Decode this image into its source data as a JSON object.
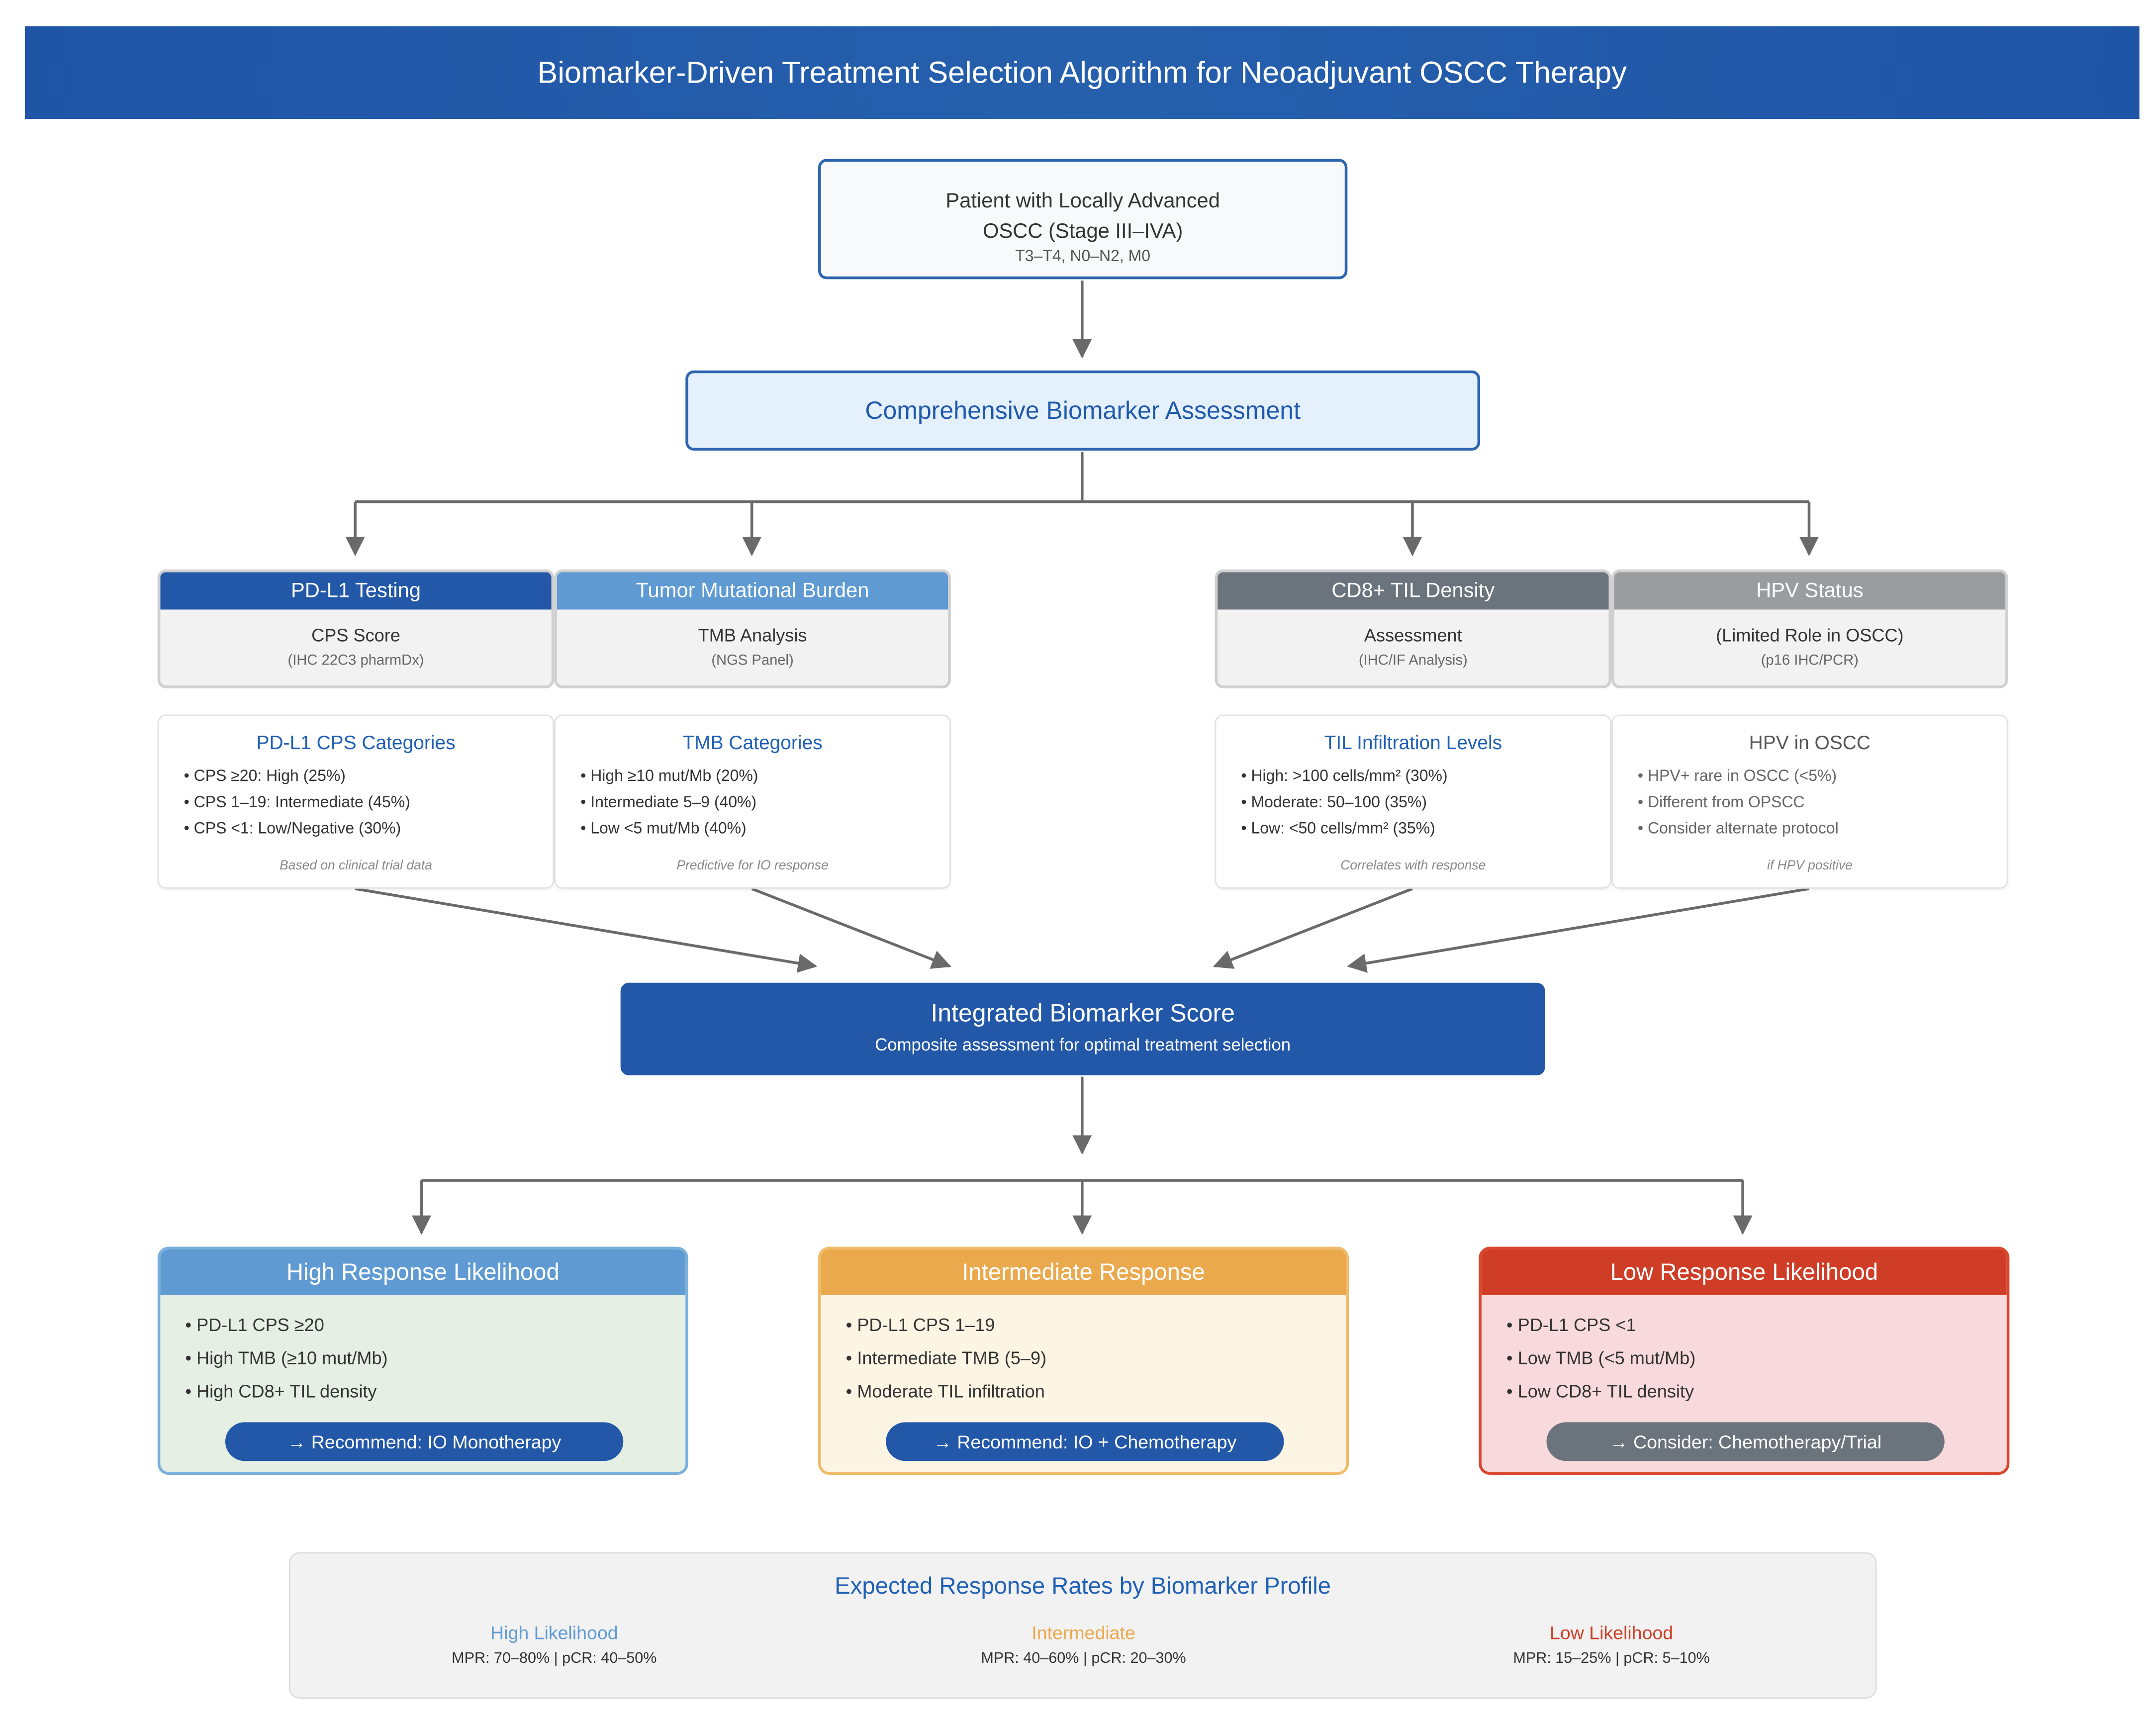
{
  "title": "Biomarker-Driven Treatment Selection Algorithm for Neoadjuvant OSCC Therapy",
  "patient": {
    "line1": "Patient with Locally Advanced",
    "line2": "OSCC (Stage III–IVA)",
    "line3": "T3–T4, N0–N2, M0"
  },
  "assessment": "Comprehensive Biomarker Assessment",
  "tests": [
    {
      "header": "PD-L1 Testing",
      "color": "#2358a8",
      "line1": "CPS Score",
      "line2": "(IHC 22C3 pharmDx)"
    },
    {
      "header": "Tumor Mutational Burden",
      "color": "#5f9ad3",
      "line1": "TMB Analysis",
      "line2": "(NGS Panel)"
    },
    {
      "header": "CD8+ TIL Density",
      "color": "#6b737c",
      "line1": "Assessment",
      "line2": "(IHC/IF Analysis)"
    },
    {
      "header": "HPV Status",
      "color": "#9a9ca0",
      "line1": "(Limited Role in OSCC)",
      "line2": "(p16 IHC/PCR)"
    }
  ],
  "categories": [
    {
      "title": "PD-L1 CPS Categories",
      "items": [
        "CPS ≥20: High (25%)",
        "CPS 1–19: Intermediate (45%)",
        "CPS <1: Low/Negative (30%)"
      ],
      "footer": "Based on clinical trial data"
    },
    {
      "title": "TMB Categories",
      "items": [
        "High ≥10 mut/Mb (20%)",
        "Intermediate 5–9 (40%)",
        "Low <5 mut/Mb (40%)"
      ],
      "footer": "Predictive for IO response"
    },
    {
      "title": "TIL Infiltration Levels",
      "items": [
        "High: >100 cells/mm² (30%)",
        "Moderate: 50–100 (35%)",
        "Low: <50 cells/mm² (35%)"
      ],
      "footer": "Correlates with response"
    },
    {
      "title": "HPV in OSCC",
      "items": [
        "HPV+ rare in OSCC (<5%)",
        "Different from OPSCC",
        "Consider alternate protocol"
      ],
      "footer": "if HPV positive"
    }
  ],
  "score": {
    "title": "Integrated Biomarker Score",
    "subtitle": "Composite assessment for optimal treatment selection"
  },
  "responses": [
    {
      "header": "High Response Likelihood",
      "items": [
        "PD-L1 CPS ≥20",
        "High TMB (≥10 mut/Mb)",
        "High CD8+ TIL density"
      ],
      "recommendation": "→ Recommend: IO Monotherapy",
      "header_color": "#5f9ad3",
      "border_color": "#7aaedd",
      "bg_color": "#e6efe4",
      "rec_color": "#2358a8"
    },
    {
      "header": "Intermediate Response",
      "items": [
        "PD-L1 CPS 1–19",
        "Intermediate TMB (5–9)",
        "Moderate TIL infiltration"
      ],
      "recommendation": "→ Recommend: IO + Chemotherapy",
      "header_color": "#eba94d",
      "border_color": "#f0bb6a",
      "bg_color": "#fdf5e4",
      "rec_color": "#2358a8"
    },
    {
      "header": "Low Response Likelihood",
      "items": [
        "PD-L1 CPS <1",
        "Low TMB (<5 mut/Mb)",
        "Low CD8+ TIL density"
      ],
      "recommendation": "→ Consider: Chemotherapy/Trial",
      "header_color": "#cf3d26",
      "border_color": "#d9482d",
      "bg_color": "#f8dadc",
      "rec_color": "#6b737c"
    }
  ],
  "rates": {
    "title": "Expected Response Rates by Biomarker Profile",
    "columns": [
      {
        "name": "High Likelihood",
        "value": "MPR: 70–80% | pCR: 40–50%",
        "color": "#5f9ad3"
      },
      {
        "name": "Intermediate",
        "value": "MPR: 40–60% | pCR: 20–30%",
        "color": "#eba94d"
      },
      {
        "name": "Low Likelihood",
        "value": "MPR: 15–25% | pCR: 5–10%",
        "color": "#cf3d26"
      }
    ]
  }
}
